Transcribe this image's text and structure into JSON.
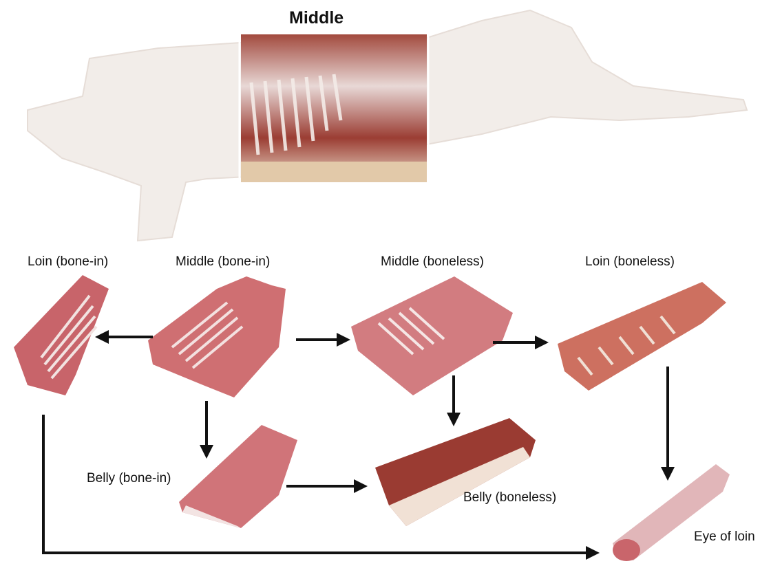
{
  "header": {
    "title": "Middle"
  },
  "cuts": {
    "loin_bone_in": "Loin (bone-in)",
    "middle_bone_in": "Middle (bone-in)",
    "middle_boneless": "Middle (boneless)",
    "loin_boneless": "Loin (boneless)",
    "belly_bone_in": "Belly (bone-in)",
    "belly_boneless": "Belly (boneless)",
    "eye_of_loin": "Eye of loin"
  },
  "colors": {
    "carcass_faded": "#f1ece8",
    "meat": "#c9656b",
    "meat_dark": "#8f3a34",
    "fat": "#f3e6e4",
    "arrow": "#111111"
  }
}
